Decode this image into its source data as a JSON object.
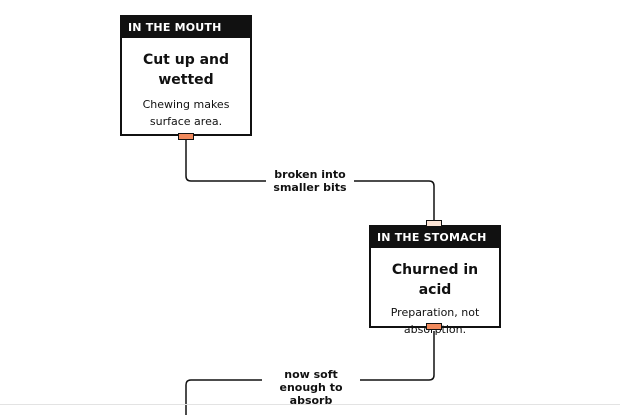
{
  "nodes": [
    {
      "header": "IN THE MOUTH",
      "title": "Cut up and wetted",
      "description": "Chewing makes surface area."
    },
    {
      "header": "IN THE STOMACH",
      "title": "Churned in acid",
      "description": "Preparation, not absorption."
    }
  ],
  "edges": [
    {
      "label": "broken into smaller bits"
    },
    {
      "label": "now soft enough to absorb"
    }
  ],
  "colors": {
    "ink": "#111111",
    "port_out": "#f08a5d",
    "port_in": "#fde5d6"
  }
}
